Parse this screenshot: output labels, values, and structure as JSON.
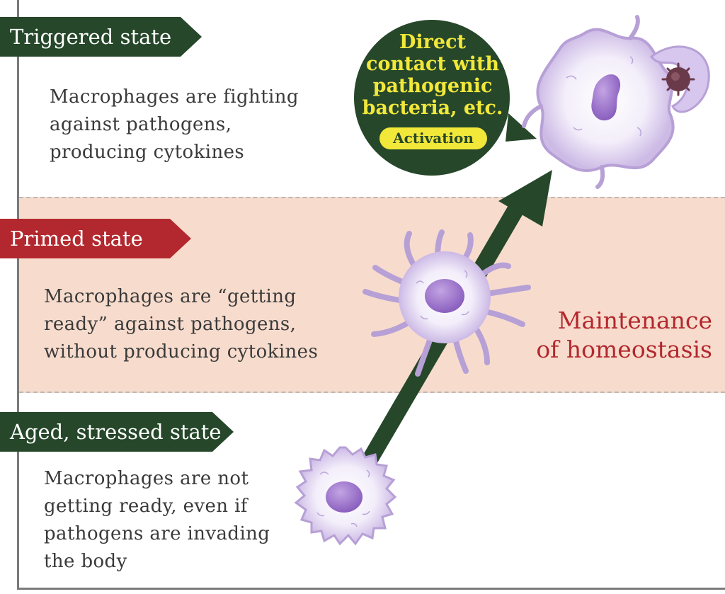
{
  "states": {
    "triggered": {
      "label": "Triggered state",
      "description_lines": [
        "Macrophages are fighting",
        "against pathogens,",
        "producing cytokines"
      ]
    },
    "primed": {
      "label": "Primed state",
      "description_lines": [
        "Macrophages are “getting",
        "ready” against pathogens,",
        "without producing cytokines"
      ]
    },
    "aged": {
      "label": "Aged, stressed state",
      "description_lines": [
        "Macrophages are not",
        "getting ready, even if",
        "pathogens are invading",
        "the body"
      ]
    }
  },
  "callout": {
    "lines": [
      "Direct",
      "contact with",
      "pathogenic",
      "bacteria, etc."
    ],
    "badge": "Activation"
  },
  "homeostasis_lines": [
    "Maintenance",
    "of homeostasis"
  ],
  "colors": {
    "dark_green": "#26472a",
    "red": "#b3282e",
    "band_pink": "#f7dccd",
    "callout_text": "#f2e83a",
    "cell_membrane": "#b7a0d6",
    "cell_nucleus": "#9a70c6",
    "bacterium": "#6b3a4a"
  },
  "icons": [
    "macrophage-aged-icon",
    "macrophage-primed-icon",
    "macrophage-triggered-icon",
    "bacterium-icon",
    "arrow-up-right-icon"
  ]
}
